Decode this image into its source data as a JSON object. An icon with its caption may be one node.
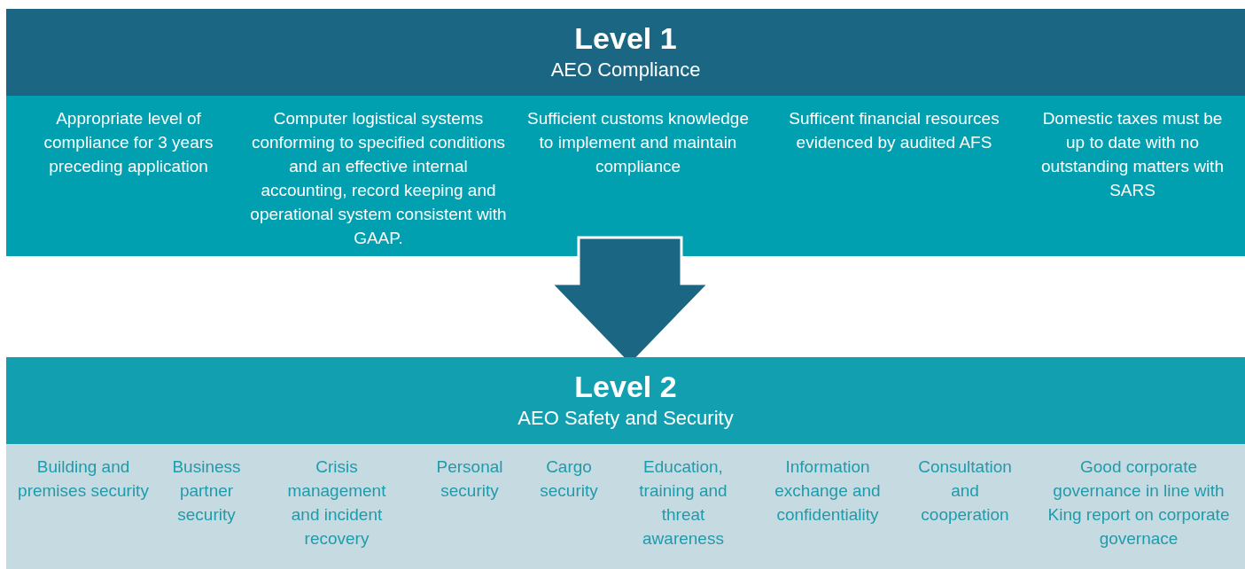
{
  "diagram": {
    "nodes": [
      {
        "text": [
          "Level 1",
          "AEO Compliance"
        ]
      },
      {
        "text": [
          "Appropriate level of compliance for 3 years preceding application",
          "Computer logistical systems conforming to specified conditions and an effective internal accounting, record keeping and operational system consistent with GAAP.",
          "Sufficient customs knowledge to implement and maintain compliance",
          "Sufficent financial resources evidenced by audited AFS",
          "Domestic taxes must be up to date with no outstanding matters with SARS"
        ]
      },
      {
        "text": [
          "Level 2",
          "AEO Safety and Security"
        ]
      },
      {
        "text": [
          "Building and premises security",
          "Business partner security",
          "Crisis management and incident recovery",
          "Personal security",
          "Cargo security",
          "Education, training and threat awareness",
          "Information exchange and confidentiality",
          "Consultation and cooperation",
          "Good corporate governance in line with King report on corporate governace"
        ]
      }
    ],
    "edges": [
      {
        "from": 1,
        "to": 2,
        "arrow": "to",
        "style": "thick"
      }
    ]
  }
}
